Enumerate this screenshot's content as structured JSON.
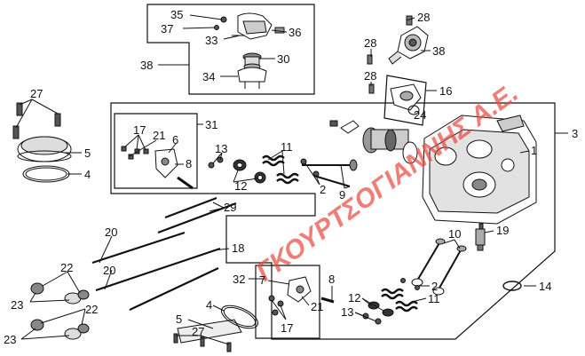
{
  "watermark": {
    "text": "ΓΚΟΥΡΤΣΟΓΙΑΝΝΗΣ Α.Ε.",
    "color": "#e8473d"
  },
  "colors": {
    "line": "#111111",
    "part_fill": "#ffffff",
    "part_shade": "#b8b8b8",
    "part_dark": "#555555"
  },
  "callouts": [
    {
      "id": "c35",
      "text": "35"
    },
    {
      "id": "c37",
      "text": "37"
    },
    {
      "id": "c33",
      "text": "33"
    },
    {
      "id": "c36",
      "text": "36"
    },
    {
      "id": "c38a",
      "text": "38"
    },
    {
      "id": "c30",
      "text": "30"
    },
    {
      "id": "c34",
      "text": "34"
    },
    {
      "id": "c28a",
      "text": "28"
    },
    {
      "id": "c28b",
      "text": "28"
    },
    {
      "id": "c38b",
      "text": "38"
    },
    {
      "id": "c28c",
      "text": "28"
    },
    {
      "id": "c16",
      "text": "16"
    },
    {
      "id": "c24",
      "text": "24"
    },
    {
      "id": "c27a",
      "text": "27"
    },
    {
      "id": "c5a",
      "text": "5"
    },
    {
      "id": "c4a",
      "text": "4"
    },
    {
      "id": "c31",
      "text": "31"
    },
    {
      "id": "c17a",
      "text": "17"
    },
    {
      "id": "c21a",
      "text": "21"
    },
    {
      "id": "c6",
      "text": "6"
    },
    {
      "id": "c8a",
      "text": "8"
    },
    {
      "id": "c13a",
      "text": "13"
    },
    {
      "id": "c12a",
      "text": "12"
    },
    {
      "id": "c11a",
      "text": "11"
    },
    {
      "id": "c2a",
      "text": "2"
    },
    {
      "id": "c9",
      "text": "9"
    },
    {
      "id": "c1",
      "text": "1"
    },
    {
      "id": "c3",
      "text": "3"
    },
    {
      "id": "c29",
      "text": "29"
    },
    {
      "id": "c20a",
      "text": "20"
    },
    {
      "id": "c18",
      "text": "18"
    },
    {
      "id": "c20b",
      "text": "20"
    },
    {
      "id": "c22a",
      "text": "22"
    },
    {
      "id": "c23a",
      "text": "23"
    },
    {
      "id": "c22b",
      "text": "22"
    },
    {
      "id": "c23b",
      "text": "23"
    },
    {
      "id": "c10",
      "text": "10"
    },
    {
      "id": "c19",
      "text": "19"
    },
    {
      "id": "c14",
      "text": "14"
    },
    {
      "id": "c32",
      "text": "32"
    },
    {
      "id": "c7",
      "text": "7"
    },
    {
      "id": "c8b",
      "text": "8"
    },
    {
      "id": "c2b",
      "text": "2"
    },
    {
      "id": "c12b",
      "text": "12"
    },
    {
      "id": "c11b",
      "text": "11"
    },
    {
      "id": "c13b",
      "text": "13"
    },
    {
      "id": "c21b",
      "text": "21"
    },
    {
      "id": "c17b",
      "text": "17"
    },
    {
      "id": "c5b",
      "text": "5"
    },
    {
      "id": "c4b",
      "text": "4"
    },
    {
      "id": "c27b",
      "text": "27"
    }
  ]
}
